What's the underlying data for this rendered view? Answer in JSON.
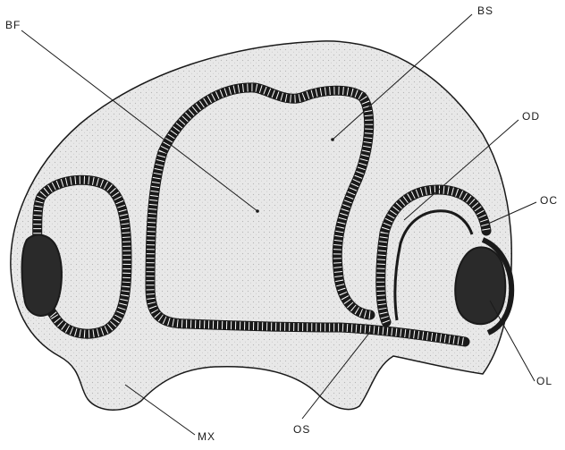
{
  "figure": {
    "labels": {
      "bf": "BF",
      "bs": "BS",
      "od": "OD",
      "oc": "OC",
      "ol": "OL",
      "os": "OS",
      "mx": "MX"
    }
  },
  "colors": {
    "ink": "#1a1a1a",
    "tissue": "#e6e6e6",
    "background": "#ffffff"
  }
}
